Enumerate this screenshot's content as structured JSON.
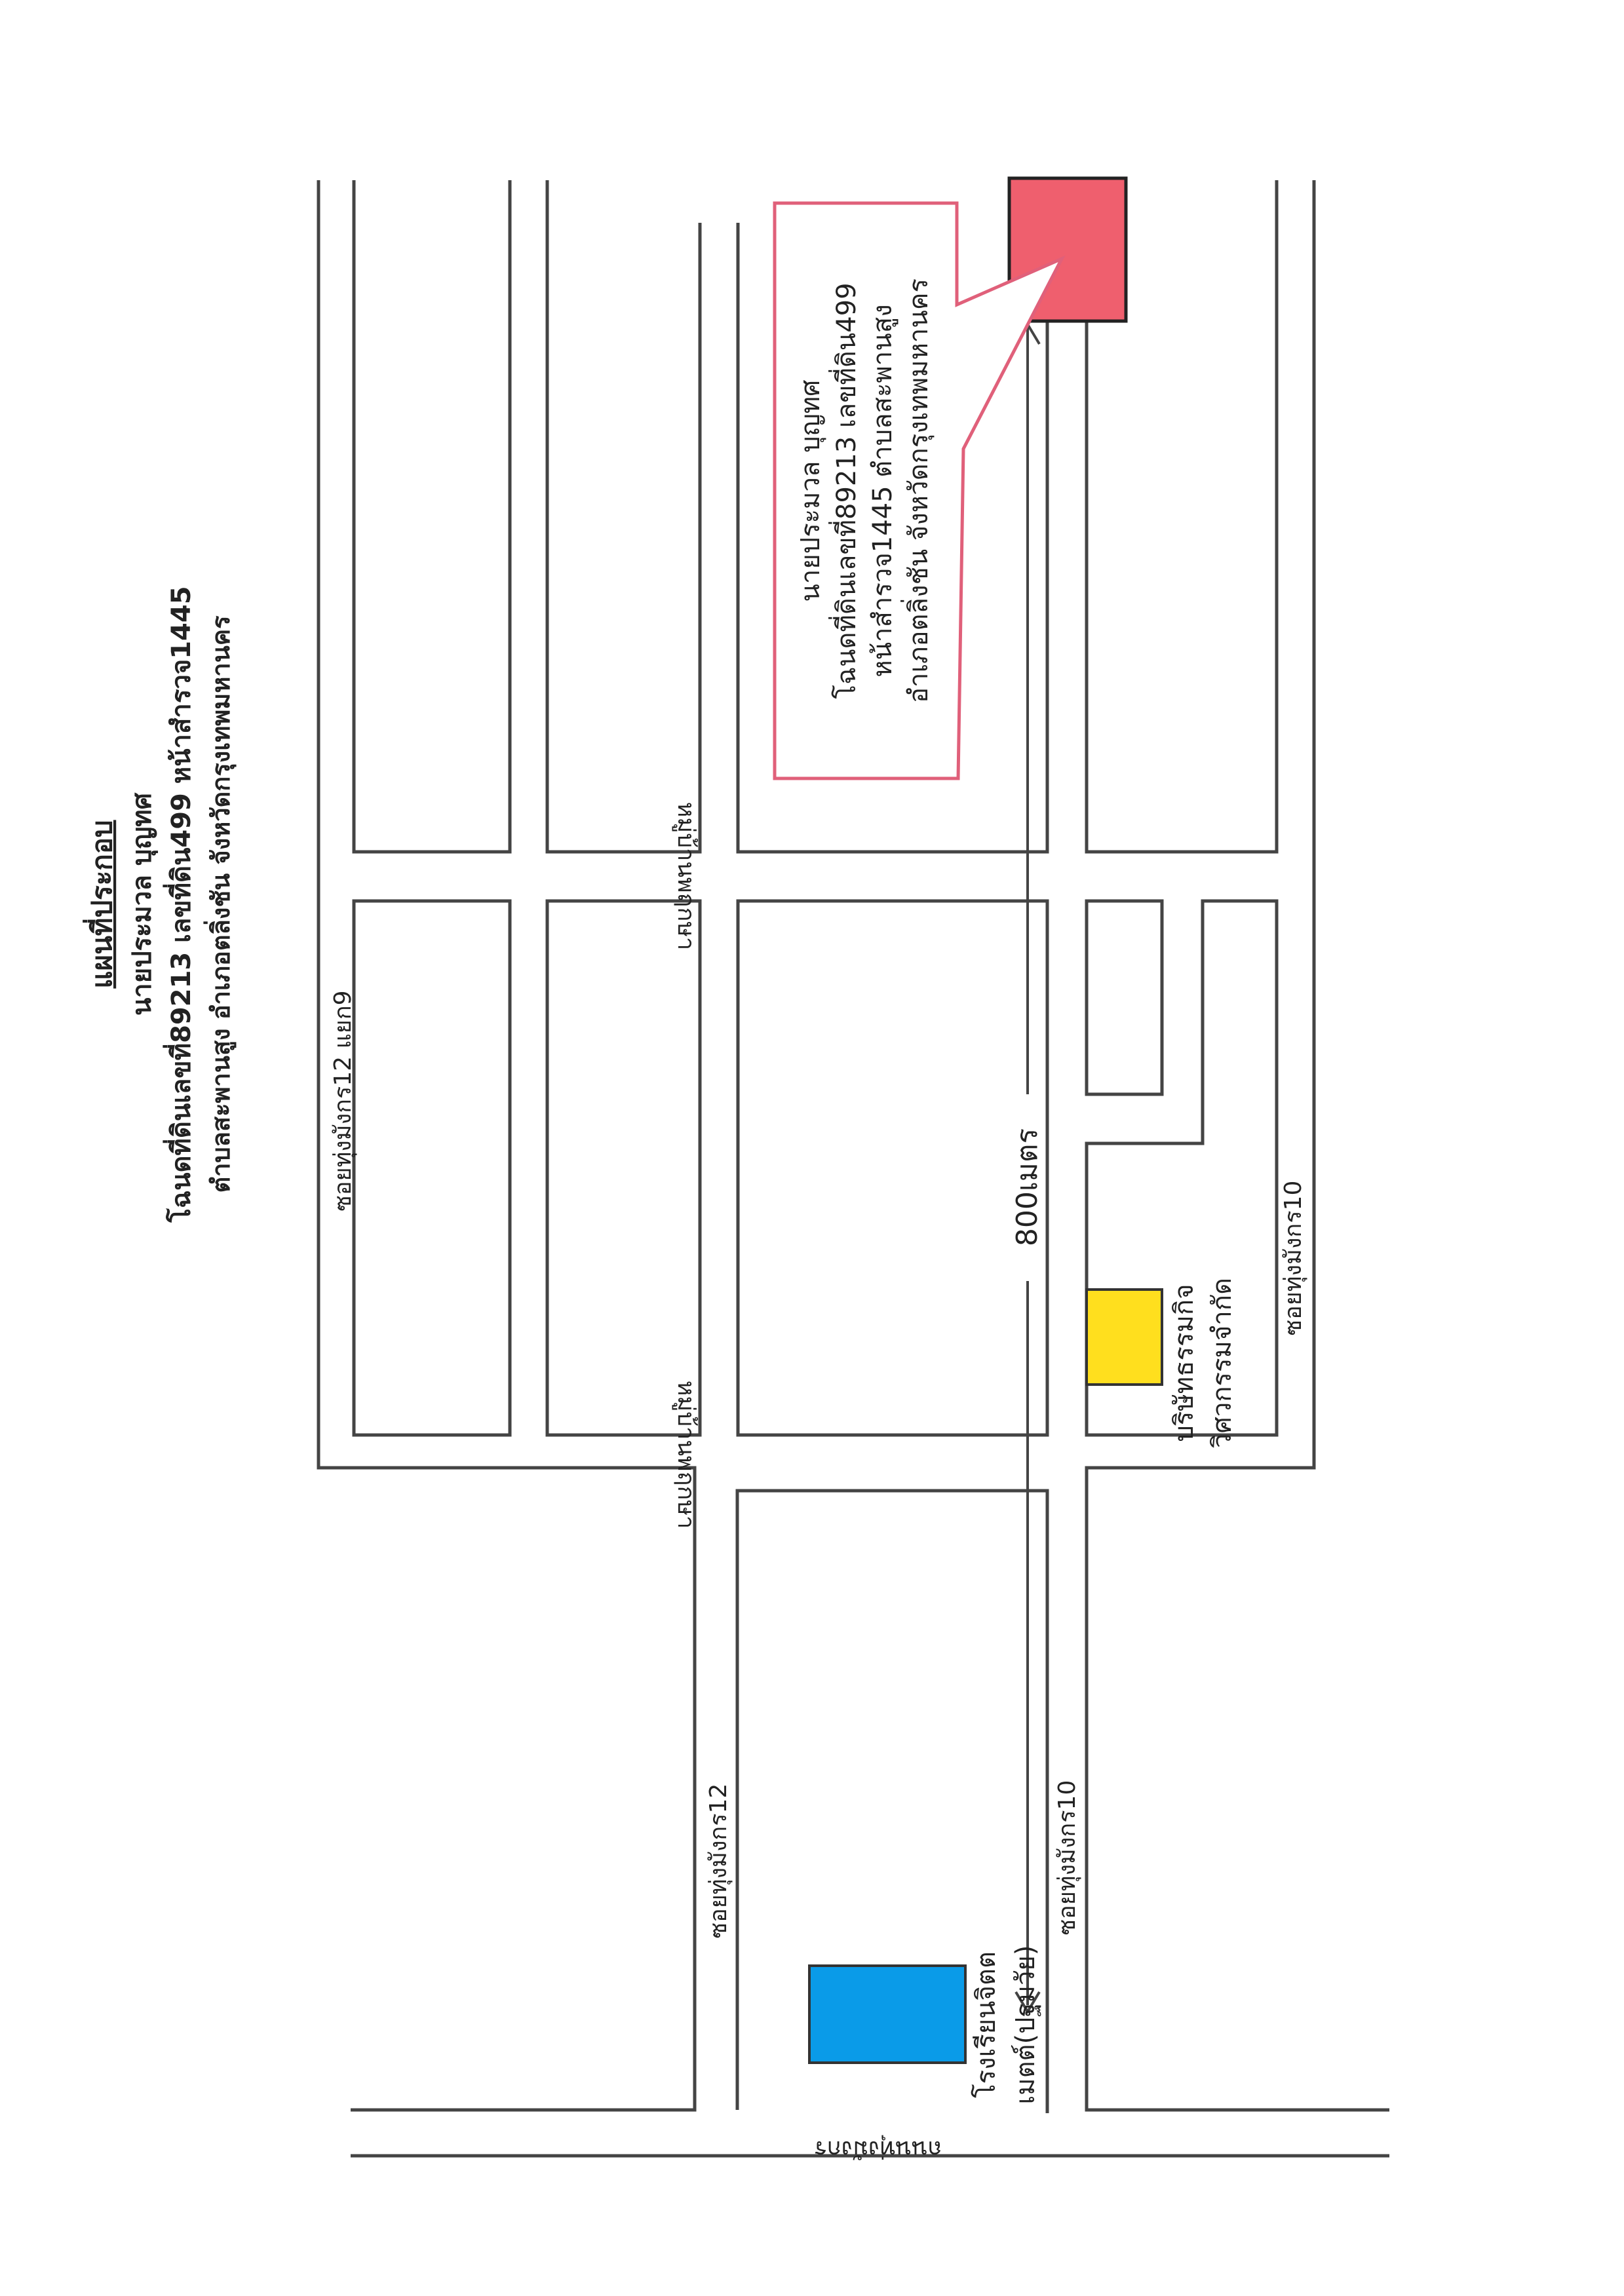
{
  "header": {
    "title": "แผนที่ประกอบ",
    "line1": "นายประมวล บุญทศ",
    "line2": "โฉนดที่ดินเลขที่89213 เลขที่ดิน499 หน้าสำรวจ1445",
    "line3": "ตำบลสะพานสูง อำเภอตลิ่งชัน จังหวัดกรุงเทพมหานคร"
  },
  "callout": {
    "line1": "นายประมวล บุญทศ",
    "line2": "โฉนดที่ดินเลขที่89213 เลขที่ดิน499",
    "line3": "หน้าสำรวจ1445 ตำบลสะพานสูง",
    "line4": "อำเภอตลิ่งชัน จังหวัดกรุงเทพมหานคร"
  },
  "streets": {
    "soi12_yaek9": "ซอยทุ่งมังกร12 แยก9",
    "soi12": "ซอยทุ่งมังกร12",
    "soi10_top": "ซอยทุ่งมังกร10",
    "soi10_bottom": "ซอยทุ่งมังกร10",
    "village_upper": "หมู่บ้านพฤกษา",
    "village_lower": "หมู่บ้านพฤกษา",
    "main_road": "ถนนทุ่งมังกร"
  },
  "distance": "800เมตร",
  "places": {
    "company_line1": "บริษัทธรรมกิจ",
    "company_line2": "วิศวกรรมจำกัด",
    "school_line1": "โรงเรียนจิตต",
    "school_line2": "เมตต์(ปฐมวัย)"
  },
  "colors": {
    "target_plot": "#ef5f6e",
    "callout_border": "#e0607a",
    "company": "#ffdf1e",
    "school": "#0a9be8"
  }
}
